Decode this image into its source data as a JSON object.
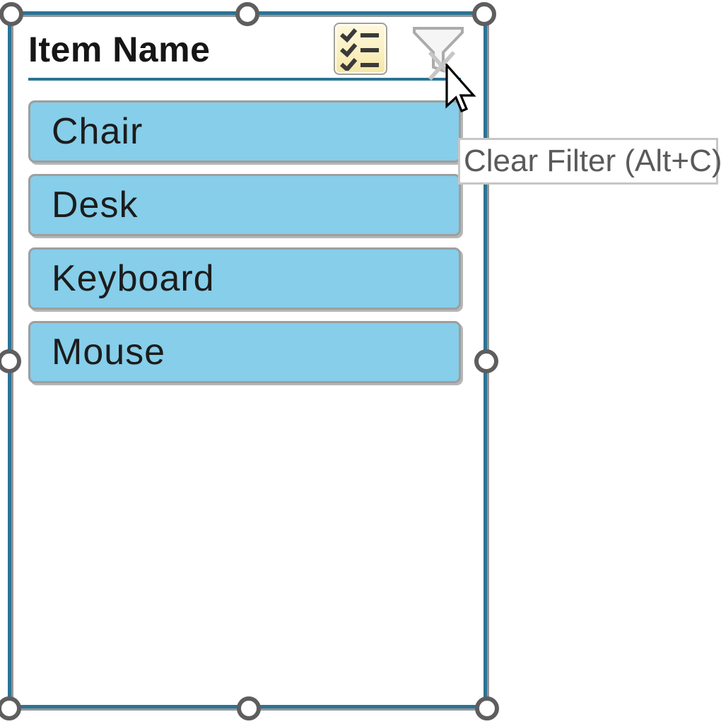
{
  "slicer": {
    "title": "Item Name",
    "items": [
      {
        "label": "Chair",
        "selected": true
      },
      {
        "label": "Desk",
        "selected": true
      },
      {
        "label": "Keyboard",
        "selected": true
      },
      {
        "label": "Mouse",
        "selected": true
      }
    ],
    "colors": {
      "frame_border": "#2B7397",
      "frame_shadow": "#969696",
      "header_underline": "#2B7397",
      "item_fill_selected": "#86CEEA",
      "item_border": "#9E9E9E",
      "item_text": "#1C1C1C",
      "title_text": "#161616",
      "multi_select_bg_top": "#FEF8DC",
      "multi_select_bg_bottom": "#F5E6A6",
      "filter_icon_gray": "#ABABAB",
      "handle_border": "#5E5E5E"
    }
  },
  "icons": {
    "multi_select": "checklist-icon",
    "clear_filter": "filter-x-icon",
    "pointer": "arrow-cursor-icon"
  },
  "tooltip": {
    "text": "Clear Filter (Alt+C)",
    "text_color": "#5A5A5A"
  }
}
